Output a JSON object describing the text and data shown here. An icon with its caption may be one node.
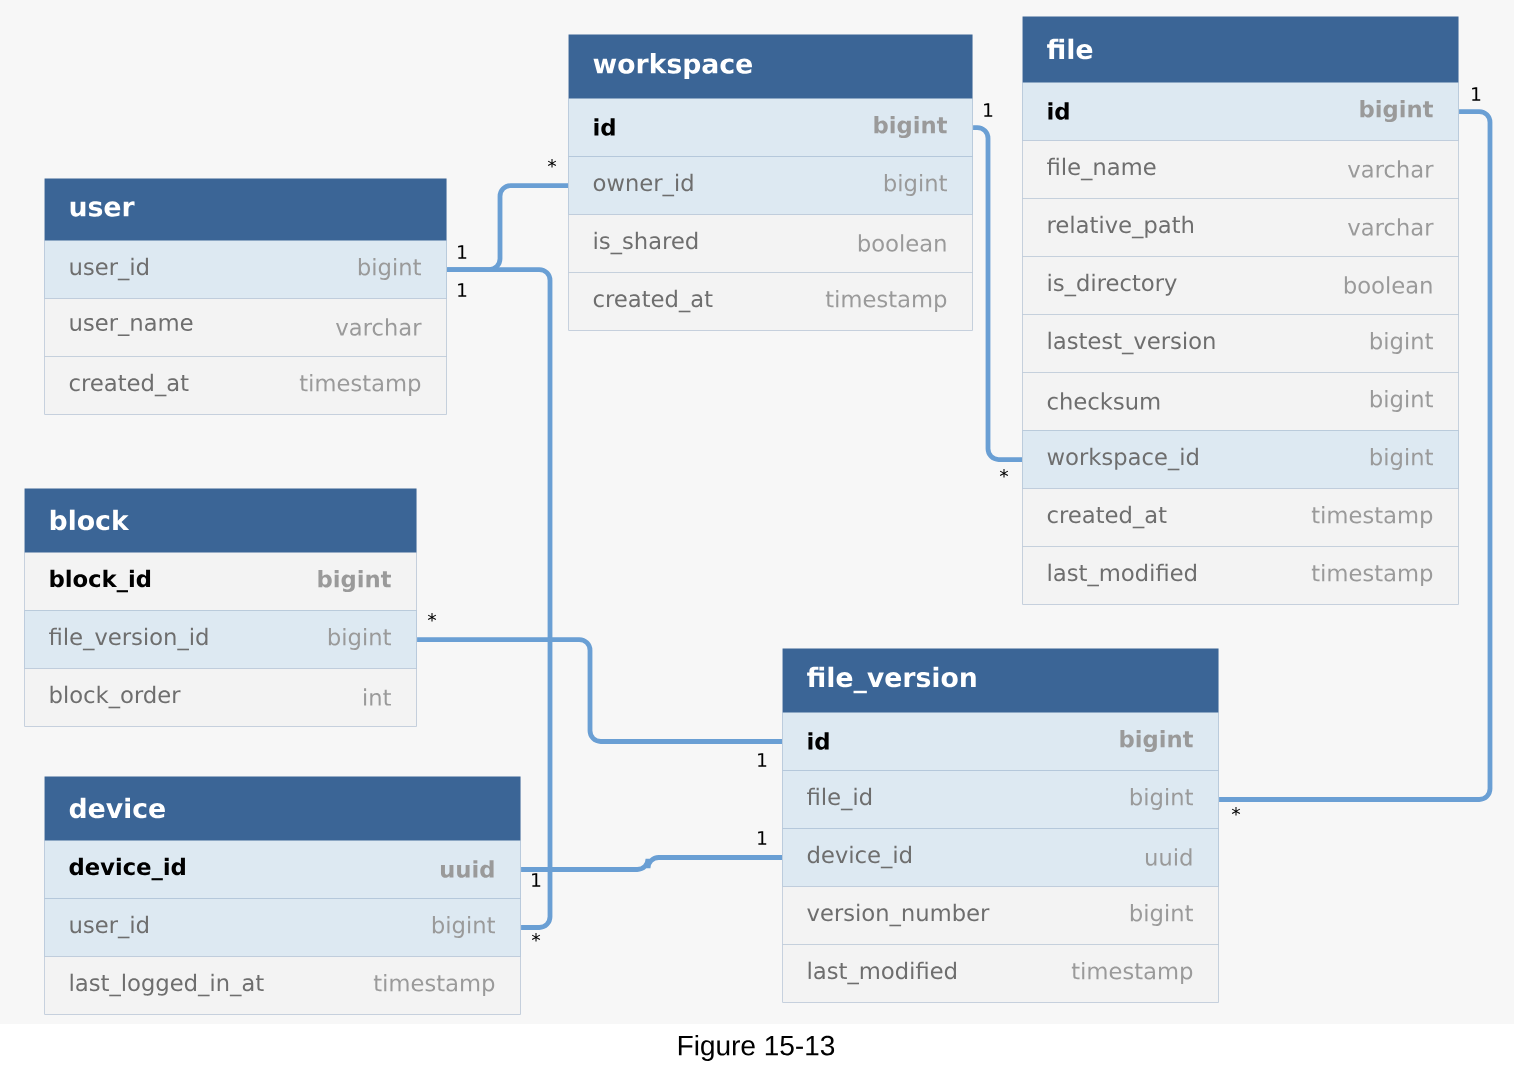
{
  "diagram": {
    "caption": "Figure 15-13",
    "nodes": [
      {
        "text": [
          "user"
        ]
      },
      {
        "text": [
          "user_id",
          "bigint"
        ],
        "in": 0
      },
      {
        "text": [
          "user_name",
          "varchar"
        ],
        "in": 0
      },
      {
        "text": [
          "created_at",
          "timestamp"
        ],
        "in": 0
      },
      {
        "text": [
          "workspace"
        ]
      },
      {
        "text": [
          "id",
          "bigint"
        ],
        "in": 4
      },
      {
        "text": [
          "owner_id",
          "bigint"
        ],
        "in": 4
      },
      {
        "text": [
          "is_shared",
          "boolean"
        ],
        "in": 4
      },
      {
        "text": [
          "created_at",
          "timestamp"
        ],
        "in": 4
      },
      {
        "text": [
          "file"
        ]
      },
      {
        "text": [
          "id",
          "bigint"
        ],
        "in": 9
      },
      {
        "text": [
          "file_name",
          "varchar"
        ],
        "in": 9
      },
      {
        "text": [
          "relative_path",
          "varchar"
        ],
        "in": 9
      },
      {
        "text": [
          "is_directory",
          "boolean"
        ],
        "in": 9
      },
      {
        "text": [
          "lastest_version",
          "bigint"
        ],
        "in": 9
      },
      {
        "text": [
          "checksum",
          "bigint"
        ],
        "in": 9
      },
      {
        "text": [
          "workspace_id",
          "bigint"
        ],
        "in": 9
      },
      {
        "text": [
          "created_at",
          "timestamp"
        ],
        "in": 9
      },
      {
        "text": [
          "last_modified",
          "timestamp"
        ],
        "in": 9
      },
      {
        "text": [
          "block"
        ]
      },
      {
        "text": [
          "block_id",
          "bigint"
        ],
        "in": 19
      },
      {
        "text": [
          "file_version_id",
          "bigint"
        ],
        "in": 19
      },
      {
        "text": [
          "block_order",
          "int"
        ],
        "in": 19
      },
      {
        "text": [
          "file_version"
        ]
      },
      {
        "text": [
          "id",
          "bigint"
        ],
        "in": 23
      },
      {
        "text": [
          "file_id",
          "bigint"
        ],
        "in": 23
      },
      {
        "text": [
          "device_id",
          "uuid"
        ],
        "in": 23
      },
      {
        "text": [
          "version_number",
          "bigint"
        ],
        "in": 23
      },
      {
        "text": [
          "last_modified",
          "timestamp"
        ],
        "in": 23
      },
      {
        "text": [
          "device"
        ]
      },
      {
        "text": [
          "device_id",
          "uuid"
        ],
        "in": 29
      },
      {
        "text": [
          "user_id",
          "bigint"
        ],
        "in": 29
      },
      {
        "text": [
          "last_logged_in_at",
          "timestamp"
        ],
        "in": 29
      }
    ],
    "edges": [
      {
        "from": 1,
        "to": 6,
        "arrow": "none"
      },
      {
        "from": 1,
        "to": 31,
        "arrow": "none"
      },
      {
        "from": 5,
        "to": 16,
        "arrow": "none"
      },
      {
        "from": 10,
        "to": 25,
        "arrow": "none"
      },
      {
        "from": 21,
        "to": 24,
        "arrow": "none"
      },
      {
        "from": 30,
        "to": 26,
        "arrow": "none"
      }
    ],
    "labels": [
      "1",
      "1",
      "*",
      "1",
      "1",
      "*",
      "*",
      "1",
      "*",
      "1",
      "1",
      "*"
    ]
  }
}
